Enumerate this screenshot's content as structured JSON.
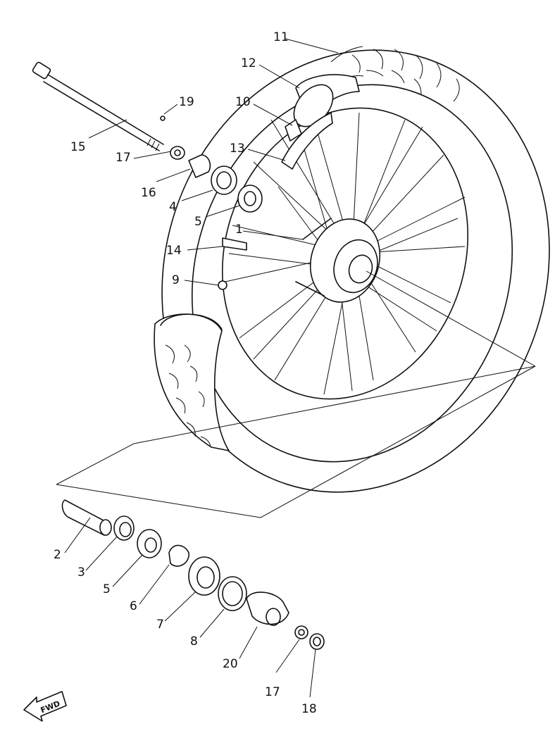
{
  "labels": {
    "p1": "1",
    "p2": "2",
    "p3": "3",
    "p4": "4",
    "p5a": "5",
    "p5b": "5",
    "p6": "6",
    "p7": "7",
    "p8": "8",
    "p9": "9",
    "p10": "10",
    "p11": "11",
    "p12": "12",
    "p13": "13",
    "p14": "14",
    "p15": "15",
    "p16": "16",
    "p17a": "17",
    "p17b": "17",
    "p18": "18",
    "p19": "19",
    "p20": "20"
  },
  "fwd_badge": "FWD"
}
